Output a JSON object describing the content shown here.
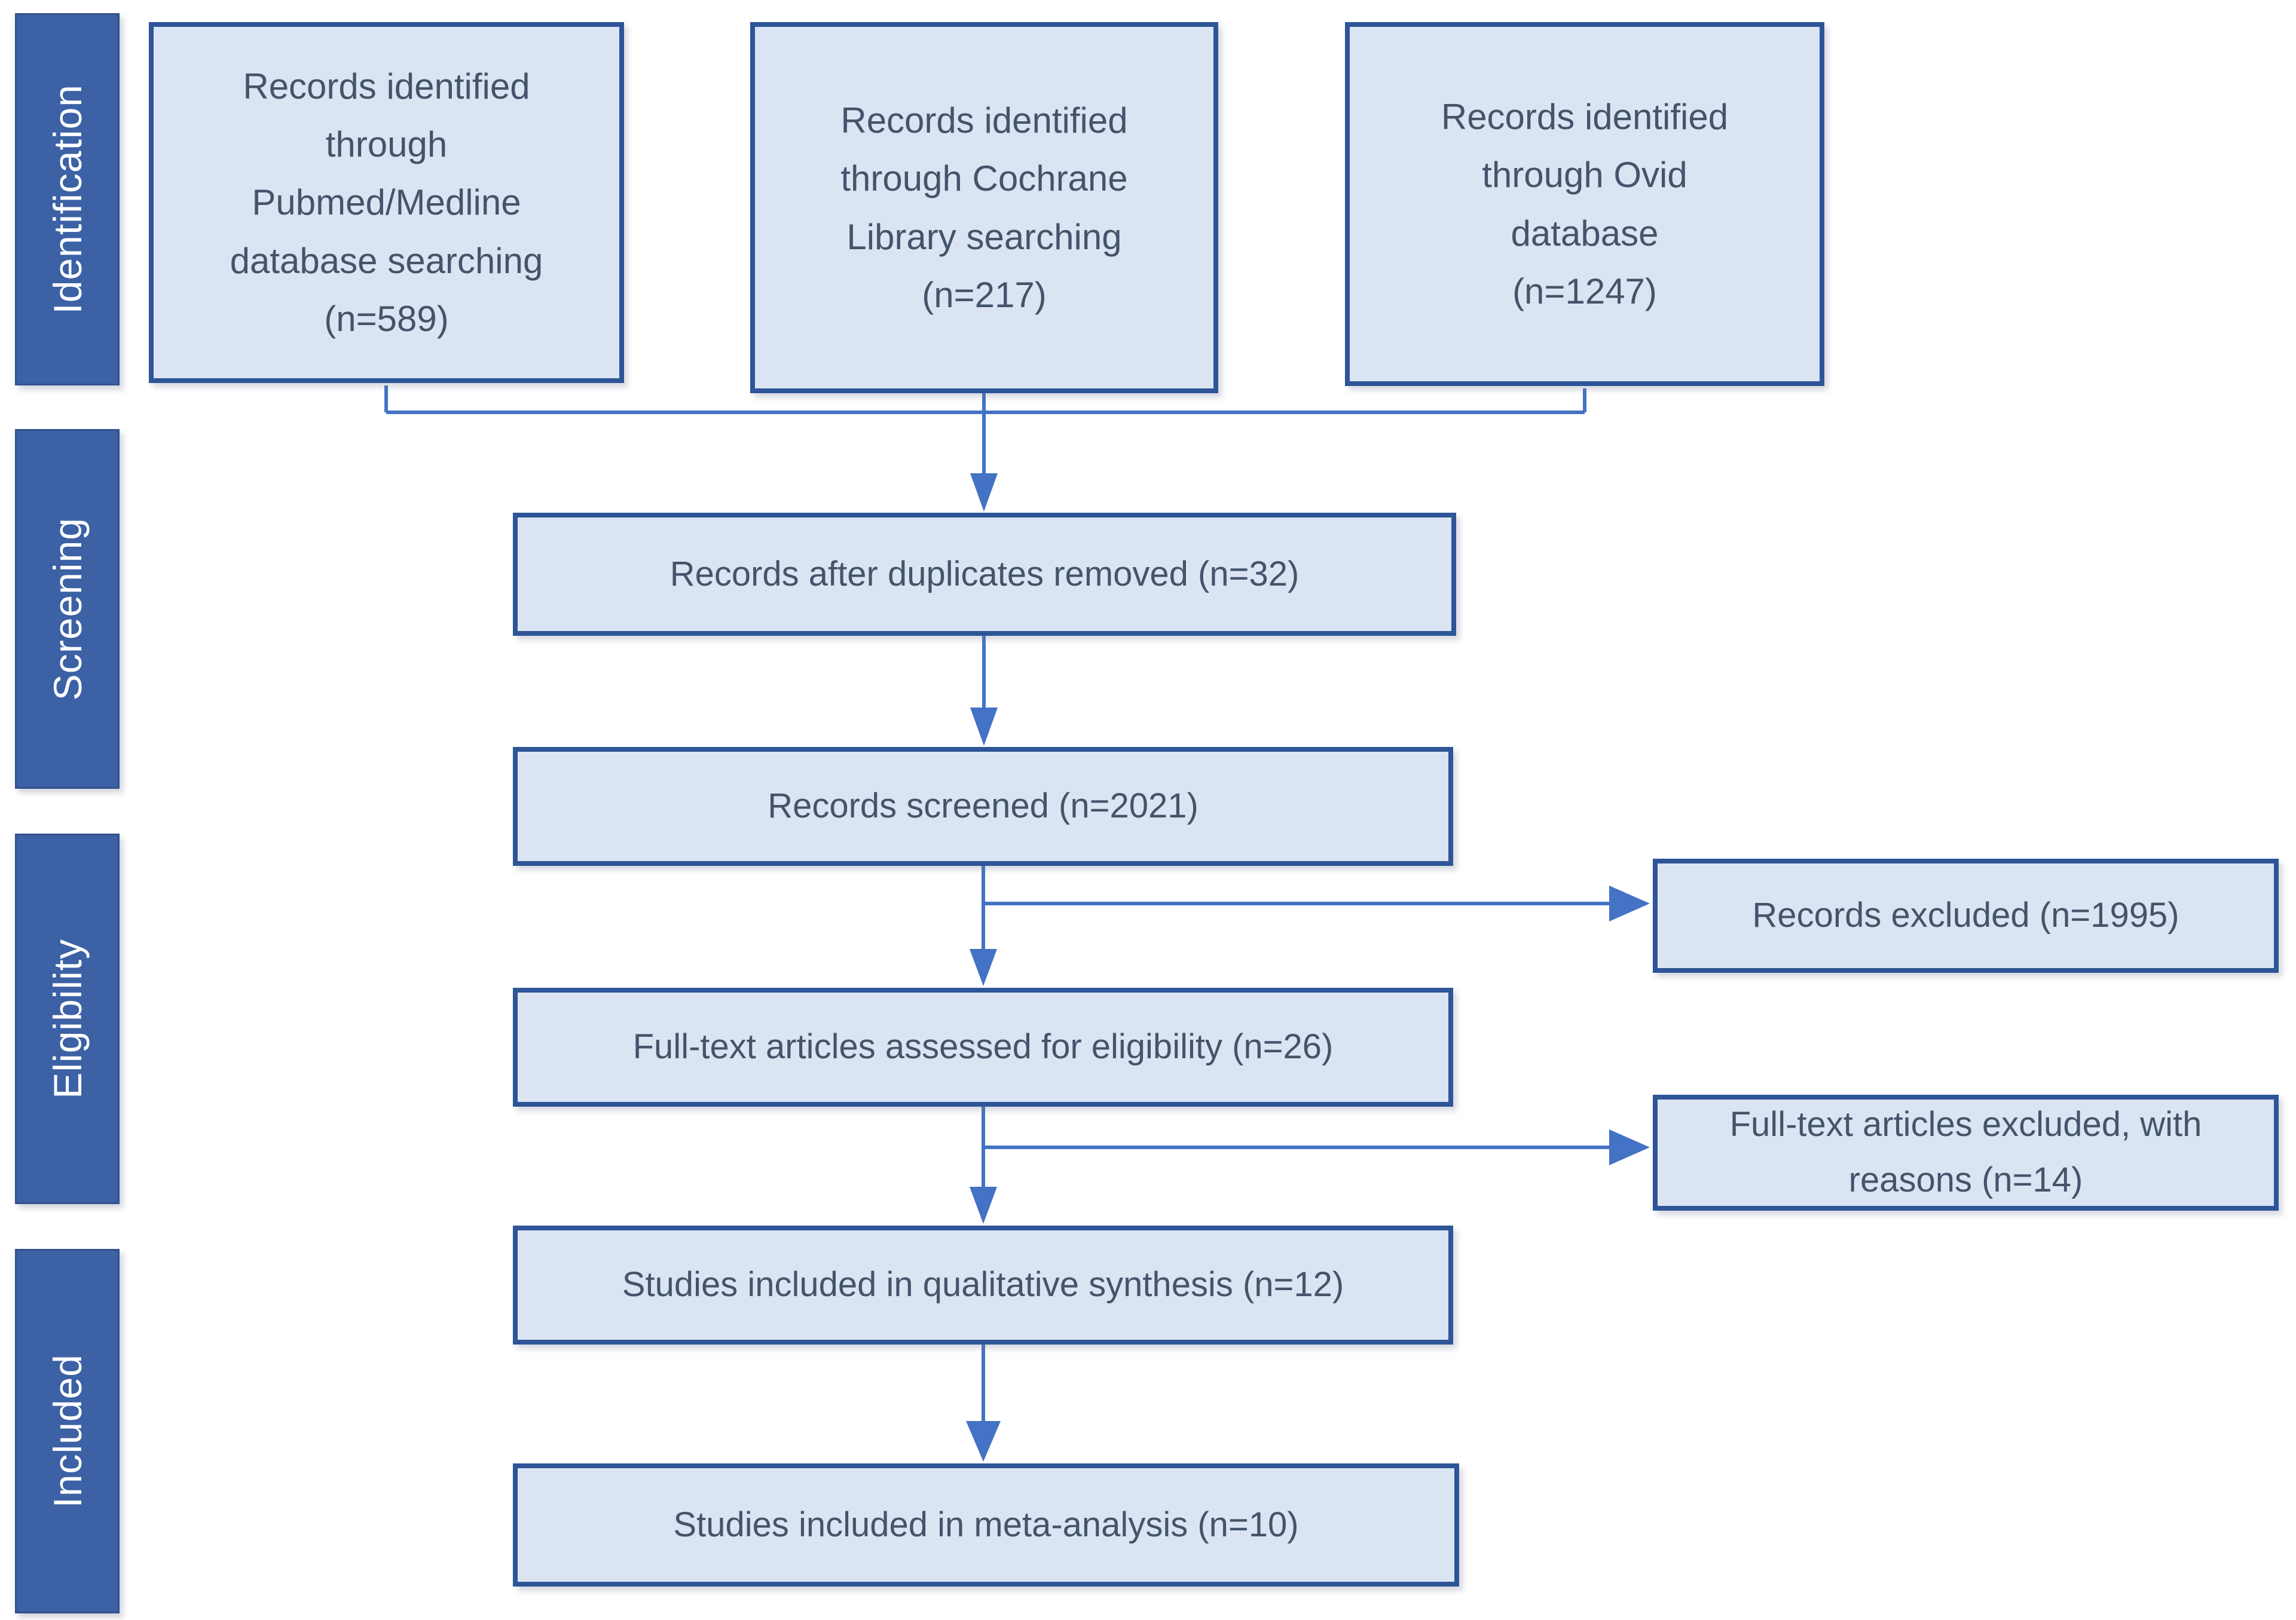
{
  "diagram": {
    "stages": [
      {
        "label": "Identification"
      },
      {
        "label": "Screening"
      },
      {
        "label": "Eligibility"
      },
      {
        "label": "Included"
      }
    ],
    "identification_boxes": [
      {
        "label": "Records identified\nthrough\nPubmed/Medline\ndatabase searching\n(n=589)",
        "n": 589
      },
      {
        "label": "Records identified\nthrough Cochrane\nLibrary searching\n(n=217)",
        "n": 217
      },
      {
        "label": "Records identified\nthrough Ovid\ndatabase\n(n=1247)",
        "n": 1247
      }
    ],
    "flow_boxes": [
      {
        "label": "Records after duplicates removed (n=32)",
        "n": 32
      },
      {
        "label": "Records screened (n=2021)",
        "n": 2021
      },
      {
        "label": "Full-text articles assessed for eligibility (n=26)",
        "n": 26
      },
      {
        "label": "Studies included in qualitative synthesis (n=12)",
        "n": 12
      },
      {
        "label": "Studies included in meta-analysis (n=10)",
        "n": 10
      }
    ],
    "exclusion_boxes": [
      {
        "label": "Records excluded (n=1995)",
        "n": 1995
      },
      {
        "label": "Full-text articles excluded, with\nreasons (n=14)",
        "n": 14
      }
    ],
    "colors": {
      "stage_fill": "#3c61a5",
      "stage_border": "#33518c",
      "stage_text": "#ffffff",
      "box_fill": "#dbe4f3",
      "box_border": "#2d5597",
      "box_text": "#44546a",
      "arrow": "#4472c4"
    }
  }
}
